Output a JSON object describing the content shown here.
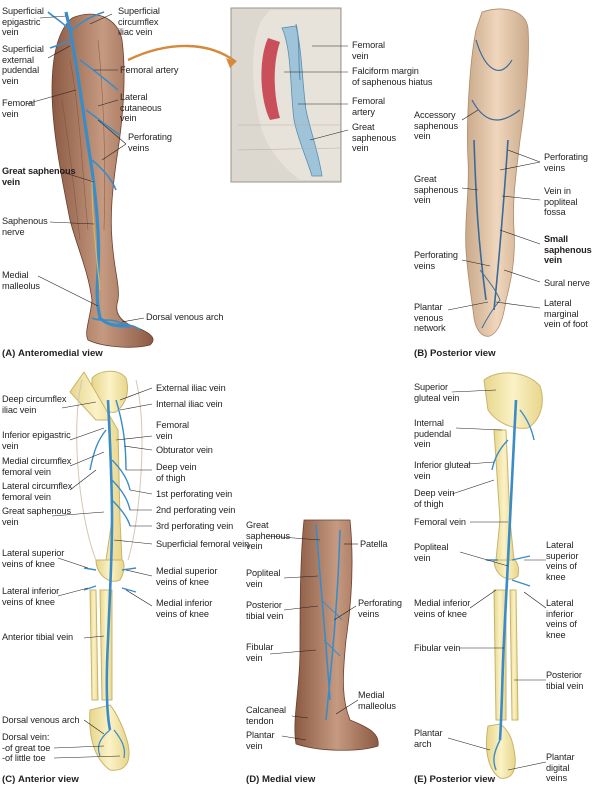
{
  "colors": {
    "muscle": "#b98a72",
    "muscle_dark": "#8c5a44",
    "vein": "#3a8cc8",
    "vein_dark": "#1f5f96",
    "bone": "#f4e7a6",
    "bone_edge": "#c9b46a",
    "skin": "#e8c8a4",
    "inset_bg": "#dcd7cf",
    "leader": "#231f20"
  },
  "panels": {
    "A": {
      "letter": "(A)",
      "title": "Anteromedial view"
    },
    "B": {
      "letter": "(B)",
      "title": "Posterior view"
    },
    "C": {
      "letter": "(C)",
      "title": "Anterior view"
    },
    "D": {
      "letter": "(D)",
      "title": "Medial view"
    },
    "E": {
      "letter": "(E)",
      "title": "Posterior view"
    }
  },
  "labels": {
    "a_sup_epigastric": "Superficial\nepigastric\nvein",
    "a_sup_circumflex": "Superficial\ncircumflex\niliac vein",
    "a_sup_ext_pudendal": "Superficial\nexternal\npudendal\nvein",
    "a_femoral_artery": "Femoral artery",
    "a_femoral_vein": "Femoral\nvein",
    "a_lat_cutaneous": "Lateral\ncutaneous\nvein",
    "a_perforating": "Perforating\nveins",
    "a_great_saphenous": "Great saphenous\nvein",
    "a_saphenous_nerve": "Saphenous\nnerve",
    "a_medial_malleolus": "Medial\nmalleolus",
    "a_dorsal_arch": "Dorsal venous arch",
    "i_femoral_vein": "Femoral\nvein",
    "i_falciform": "Falciform margin\nof saphenous hiatus",
    "i_femoral_artery": "Femoral\nartery",
    "i_great_saphenous": "Great\nsaphenous\nvein",
    "b_accessory": "Accessory\nsaphenous\nvein",
    "b_perforating": "Perforating\nveins",
    "b_great_saphenous": "Great\nsaphenous\nvein",
    "b_popliteal": "Vein in\npopliteal\nfossa",
    "b_small_saphenous": "Small\nsaphenous\nvein",
    "b_perforating2": "Perforating\nveins",
    "b_sural": "Sural nerve",
    "b_plantar_network": "Plantar\nvenous\nnetwork",
    "b_lat_marginal": "Lateral\nmarginal\nvein of foot",
    "c_deep_circumflex": "Deep circumflex\niliac vein",
    "c_ext_iliac": "External iliac vein",
    "c_int_iliac": "Internal iliac vein",
    "c_inf_epigastric": "Inferior epigastric\nvein",
    "c_femoral": "Femoral\nvein",
    "c_obturator": "Obturator vein",
    "c_med_circumflex": "Medial circumflex\nfemoral vein",
    "c_deep_thigh": "Deep vein\nof thigh",
    "c_lat_circumflex": "Lateral circumflex\nfemoral vein",
    "c_perf1": "1st perforating vein",
    "c_great_saphenous": "Great saphenous\nvein",
    "c_perf2": "2nd perforating vein",
    "c_perf3": "3rd perforating vein",
    "c_sup_femoral": "Superficial femoral vein",
    "c_lat_sup_knee": "Lateral superior\nveins of knee",
    "c_med_sup_knee": "Medial superior\nveins of knee",
    "c_lat_inf_knee": "Lateral inferior\nveins of knee",
    "c_med_inf_knee": "Medial inferior\nveins of knee",
    "c_ant_tibial": "Anterior tibial vein",
    "c_dorsal_arch": "Dorsal venous arch",
    "c_dorsal_vein": "Dorsal vein:\n-of great toe\n-of little toe",
    "d_great_saphenous": "Great\nsaphenous\nvein",
    "d_patella": "Patella",
    "d_popliteal": "Popliteal\nvein",
    "d_post_tibial": "Posterior\ntibial vein",
    "d_perforating": "Perforating\nveins",
    "d_fibular": "Fibular\nvein",
    "d_calcaneal": "Calcaneal\ntendon",
    "d_medial_malleolus": "Medial\nmalleolus",
    "d_plantar": "Plantar\nvein",
    "e_sup_gluteal": "Superior\ngluteal vein",
    "e_int_pudendal": "Internal\npudendal\nvein",
    "e_inf_gluteal": "Inferior gluteal\nvein",
    "e_deep_thigh": "Deep vein\nof thigh",
    "e_femoral": "Femoral vein",
    "e_popliteal": "Popliteal\nvein",
    "e_lat_sup_knee": "Lateral\nsuperior\nveins of\nknee",
    "e_med_inf_knee": "Medial inferior\nveins of knee",
    "e_lat_inf_knee": "Lateral\ninferior\nveins of\nknee",
    "e_fibular": "Fibular vein",
    "e_post_tibial": "Posterior\ntibial vein",
    "e_plantar_arch": "Plantar\narch",
    "e_plantar_digital": "Plantar\ndigital\nveins"
  }
}
